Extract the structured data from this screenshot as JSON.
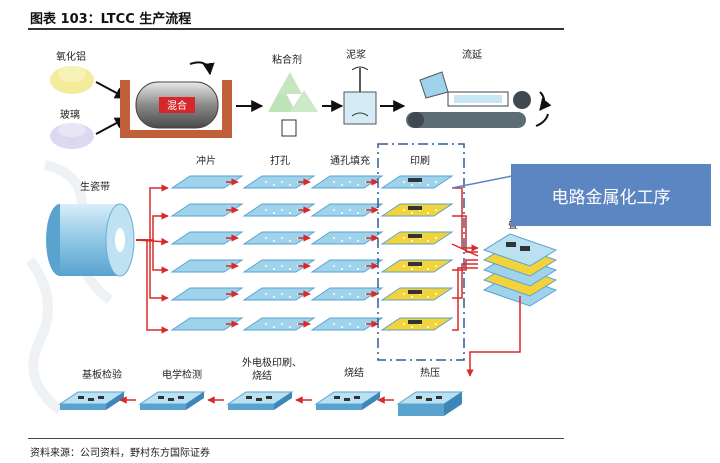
{
  "title": "图表 103：LTCC 生产流程",
  "source": "资料来源：公司资料，野村东方国际证券",
  "top_row": {
    "alumina": "氧化铝",
    "glass": "玻璃",
    "mixing": "混合",
    "binder": "粘合剂",
    "slurry": "泥浆",
    "casting": "流延"
  },
  "middle_row": {
    "green_tape": "生瓷带",
    "punching": "冲片",
    "hole_punching": "打孔",
    "via_filling": "通孔填充",
    "printing": "印刷",
    "stacking": "叠"
  },
  "bottom_row": {
    "substrate_inspection": "基板检验",
    "electrical_test": "电学检测",
    "outer_electrode_1": "外电极印刷、",
    "outer_electrode_2": "烧结",
    "sintering": "烧结",
    "hot_pressing": "热压"
  },
  "callout": "电路金属化工序",
  "colors": {
    "arrow_red": "#d92a2a",
    "sheet_blue": "#9fd3ec",
    "printed_yellow": "#f2d43a",
    "callout_blue": "#5b86c1"
  }
}
